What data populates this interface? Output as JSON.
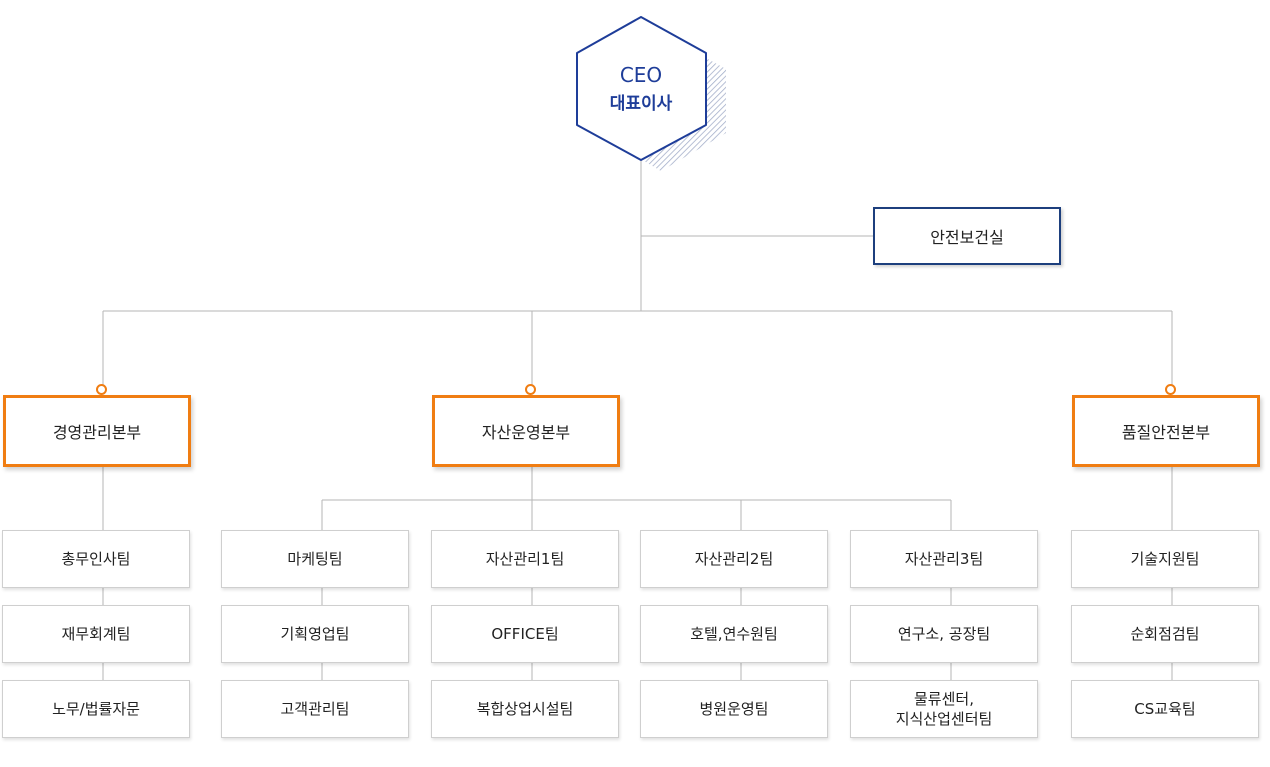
{
  "ceo": {
    "title_en": "CEO",
    "title_ko": "대표이사"
  },
  "safety_office": {
    "label": "안전보건실"
  },
  "divisions": [
    {
      "label": "경영관리본부"
    },
    {
      "label": "자산운영본부"
    },
    {
      "label": "품질안전본부"
    }
  ],
  "teams": {
    "management": [
      "총무인사팀",
      "재무회계팀",
      "노무/법률자문"
    ],
    "marketing": [
      "마케팅팀",
      "기획영업팀",
      "고객관리팀"
    ],
    "asset1": [
      "자산관리1팀",
      "OFFICE팀",
      "복합상업시설팀"
    ],
    "asset2": [
      "자산관리2팀",
      "호텔,연수원팀",
      "병원운영팀"
    ],
    "asset3": [
      "자산관리3팀",
      "연구소, 공장팀",
      "물류센터,\n지식산업센터팀"
    ],
    "quality": [
      "기술지원팀",
      "순회점검팀",
      "CS교육팀"
    ]
  },
  "colors": {
    "navy": "#1e3d99",
    "orange": "#f07d12",
    "line": "#b5b5b5"
  }
}
